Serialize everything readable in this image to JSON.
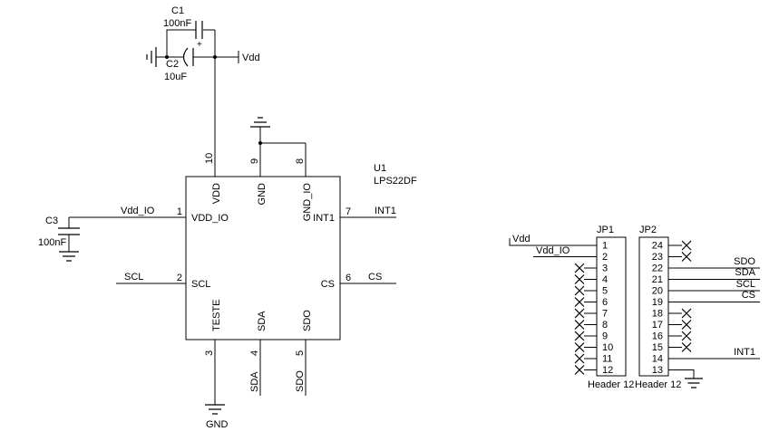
{
  "schematic": {
    "capacitors": {
      "c1": {
        "ref": "C1",
        "value": "100nF"
      },
      "c2": {
        "ref": "C2",
        "value": "10uF",
        "plus": "+"
      },
      "c3": {
        "ref": "C3",
        "value": "100nF"
      }
    },
    "u1": {
      "ref": "U1",
      "part": "LPS22DF",
      "pin_names": {
        "vdd_io": "VDD_IO",
        "scl": "SCL",
        "teste": "TESTE",
        "sda": "SDA",
        "sdo": "SDO",
        "vdd": "VDD",
        "gnd": "GND",
        "gnd_io": "GND_IO",
        "int1": "INT1",
        "cs": "CS"
      },
      "pin_numbers": {
        "p1": "1",
        "p2": "2",
        "p3": "3",
        "p4": "4",
        "p5": "5",
        "p6": "6",
        "p7": "7",
        "p8": "8",
        "p9": "9",
        "p10": "10"
      }
    },
    "nets": {
      "vdd": "Vdd",
      "vdd_io": "Vdd_IO",
      "scl": "SCL",
      "sda": "SDA",
      "sdo": "SDO",
      "cs": "CS",
      "int1": "INT1",
      "gnd": "GND"
    },
    "headers": {
      "jp1": {
        "ref": "JP1",
        "desc": "Header 12",
        "pins": [
          "1",
          "2",
          "3",
          "4",
          "5",
          "6",
          "7",
          "8",
          "9",
          "10",
          "11",
          "12"
        ]
      },
      "jp2": {
        "ref": "JP2",
        "desc": "Header 12",
        "pins": [
          "24",
          "23",
          "22",
          "21",
          "20",
          "19",
          "18",
          "17",
          "16",
          "15",
          "14",
          "13"
        ]
      }
    }
  }
}
